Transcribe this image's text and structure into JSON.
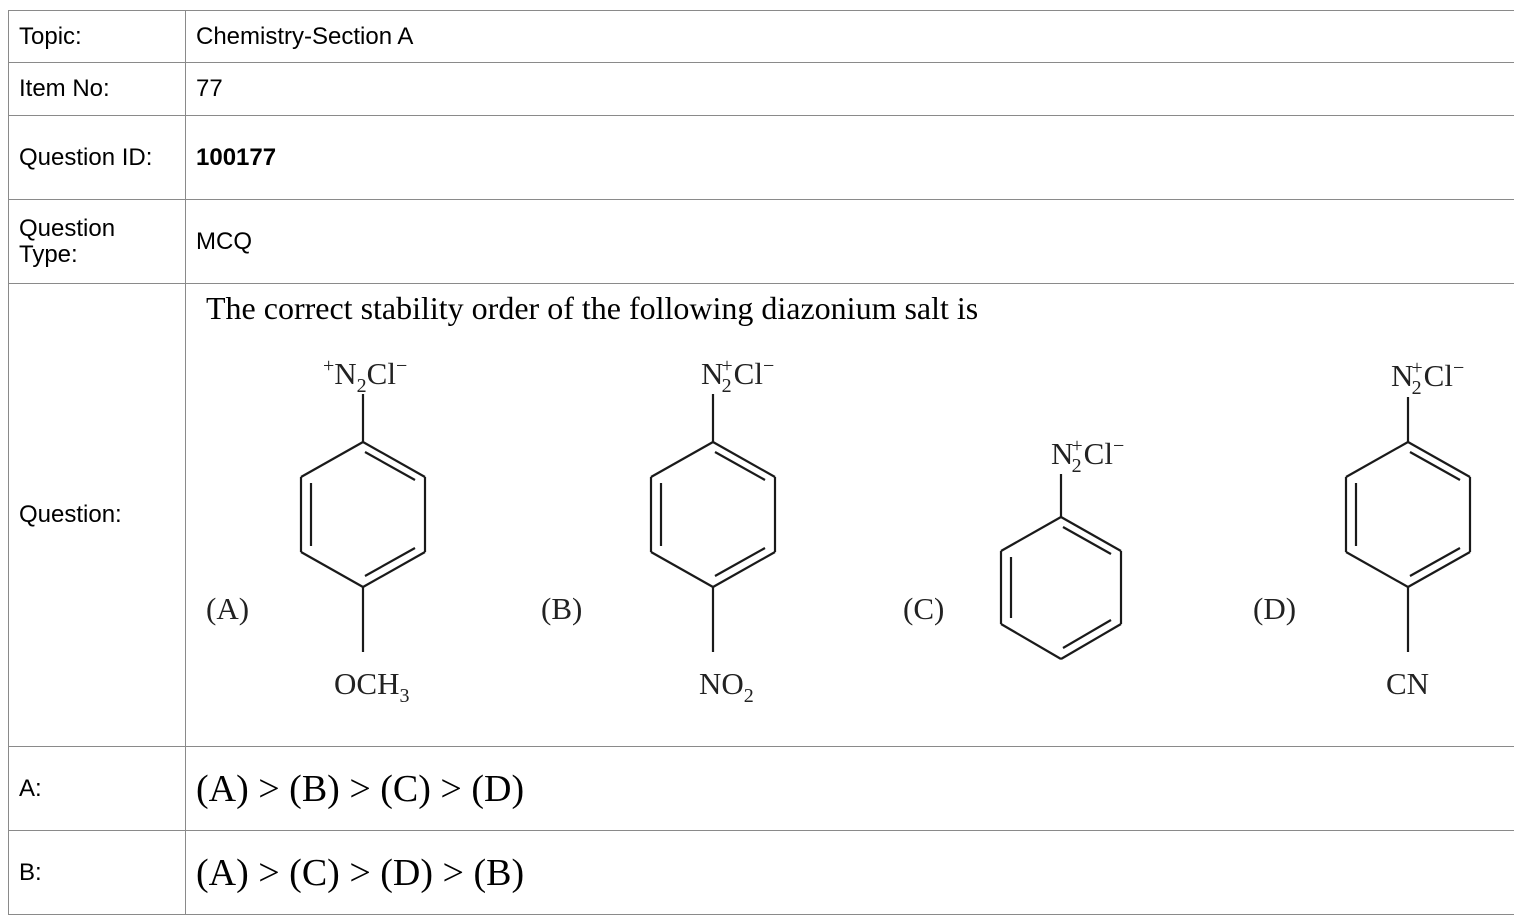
{
  "rows": {
    "topic": {
      "label": "Topic:",
      "value": "Chemistry-Section A"
    },
    "item_no": {
      "label": "Item No:",
      "value": "77"
    },
    "question_id": {
      "label": "Question ID:",
      "value": "100177"
    },
    "question_type": {
      "label": "Question Type:",
      "value": "MCQ"
    },
    "question": {
      "label": "Question:",
      "text": "The correct stability order of the following diazonium salt is",
      "structures": [
        {
          "tag": "(A)",
          "group_top": "+N2Cl−",
          "substituent": "OCH3"
        },
        {
          "tag": "(B)",
          "group_top": "N2+Cl−",
          "substituent": "NO2"
        },
        {
          "tag": "(C)",
          "group_top": "N2+Cl−",
          "substituent": ""
        },
        {
          "tag": "(D)",
          "group_top": "N2+Cl−",
          "substituent": "CN"
        }
      ]
    },
    "option_a": {
      "label": "A:",
      "value": "(A) > (B) > (C) > (D)"
    },
    "option_b": {
      "label": "B:",
      "value": "(A) > (C) > (D) > (B)"
    }
  },
  "colors": {
    "border": "#8a8a8a",
    "text": "#000000"
  }
}
